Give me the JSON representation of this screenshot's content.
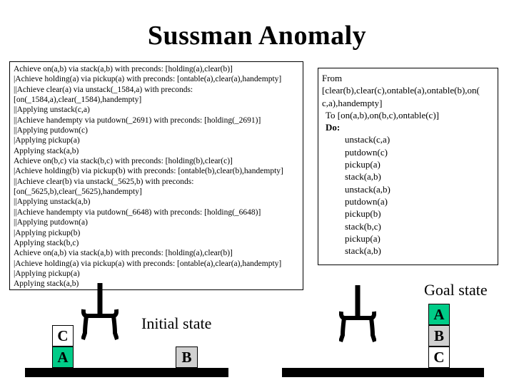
{
  "slide": {
    "title": "Sussman Anomaly"
  },
  "trace_box": {
    "lines": [
      "Achieve on(a,b) via stack(a,b) with preconds: [holding(a),clear(b)]",
      "|Achieve holding(a) via pickup(a) with preconds: [ontable(a),clear(a),handempty]",
      "||Achieve clear(a) via unstack(_1584,a) with preconds:",
      "[on(_1584,a),clear(_1584),handempty]",
      "||Applying unstack(c,a)",
      "||Achieve handempty via putdown(_2691) with preconds: [holding(_2691)]",
      "||Applying putdown(c)",
      "|Applying pickup(a)",
      "Applying stack(a,b)",
      "Achieve on(b,c) via stack(b,c) with preconds: [holding(b),clear(c)]",
      "|Achieve holding(b) via pickup(b) with preconds: [ontable(b),clear(b),handempty]",
      "||Achieve clear(b) via unstack(_5625,b) with preconds:",
      "[on(_5625,b),clear(_5625),handempty]",
      "||Applying unstack(a,b)",
      "||Achieve handempty via putdown(_6648) with preconds: [holding(_6648)]",
      "||Applying putdown(a)",
      "|Applying pickup(b)",
      "Applying stack(b,c)",
      "Achieve on(a,b) via stack(a,b) with preconds: [holding(a),clear(b)]",
      "|Achieve holding(a) via pickup(a) with preconds: [ontable(a),clear(a),handempty]",
      "|Applying pickup(a)",
      "Applying stack(a,b)"
    ]
  },
  "plan_box": {
    "from_label": "From",
    "from_state_wrap_1": "[clear(b),clear(c),ontable(a),ontable(b),on(",
    "from_state_wrap_2": "c,a),handempty]",
    "to_line": "To [on(a,b),on(b,c),ontable(c)]",
    "do_label": "Do:",
    "steps": [
      "unstack(c,a)",
      "putdown(c)",
      "pickup(a)",
      "stack(a,b)",
      "unstack(a,b)",
      "putdown(a)",
      "pickup(b)",
      "stack(b,c)",
      "pickup(a)",
      "stack(a,b)"
    ]
  },
  "blocks_world": {
    "initial": {
      "label": "Initial state",
      "tower": [
        {
          "letter": "C",
          "color": "#FFFFFF"
        },
        {
          "letter": "A",
          "color": "#00CC88"
        }
      ],
      "floor_block": {
        "letter": "B",
        "color": "#D0D0D0"
      }
    },
    "goal": {
      "label": "Goal state",
      "tower": [
        {
          "letter": "A",
          "color": "#00CC88"
        },
        {
          "letter": "B",
          "color": "#D0D0D0"
        },
        {
          "letter": "C",
          "color": "#FFFFFF"
        }
      ]
    },
    "table_color": "#000000"
  }
}
